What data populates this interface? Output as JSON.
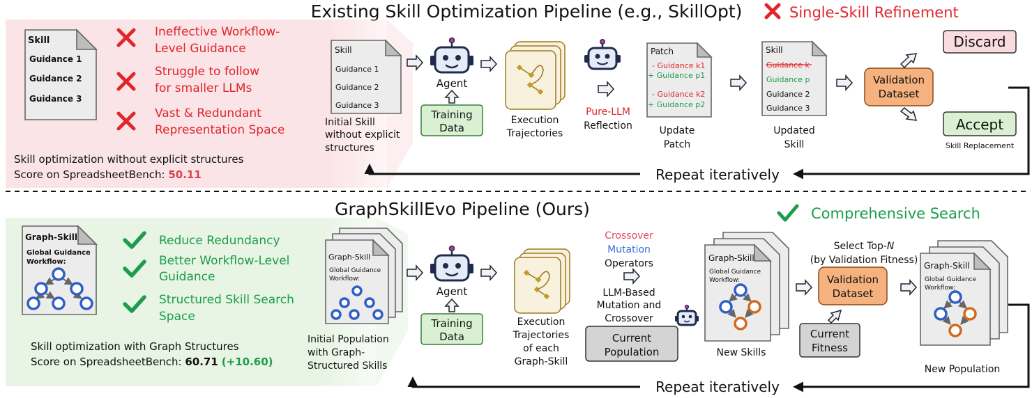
{
  "top": {
    "title": "Existing Skill Optimization Pipeline (e.g., SkillOpt)",
    "badge": "Single-Skill Refinement",
    "left_doc": {
      "title": "Skill",
      "lines": [
        "Guidance 1",
        "Guidance 2",
        "Guidance 3"
      ]
    },
    "cons": [
      [
        "Ineffective Workflow-",
        "Level Guidance"
      ],
      [
        "Struggle to follow",
        "for smaller LLMs"
      ],
      [
        "Vast & Redundant",
        "Representation Space"
      ]
    ],
    "summary": "Skill optimization without explicit structures",
    "score_label": "Score on SpreadsheetBench: ",
    "score": "50.11",
    "initial_doc": {
      "title": "Skill",
      "lines": [
        "Guidance 1",
        "Guidance 2",
        "Guidance 3"
      ]
    },
    "initial_caption": [
      "Initial Skill",
      "without explicit",
      "structures"
    ],
    "agent": "Agent",
    "training": [
      "Training",
      "Data"
    ],
    "traj_caption": [
      "Execution",
      "Trajectories"
    ],
    "reflection": [
      "Pure-LLM",
      "Reflection"
    ],
    "patch": {
      "title": "Patch",
      "lines": [
        {
          "text": "- Guidance k1",
          "color": "#e0262a"
        },
        {
          "text": "+ Guidance p1",
          "color": "#1b9d4b"
        },
        {
          "text": "- Guidance k2",
          "color": "#e0262a"
        },
        {
          "text": "+ Guidance p2",
          "color": "#1b9d4b"
        }
      ]
    },
    "patch_caption": [
      "Update",
      "Patch"
    ],
    "updated": {
      "title": "Skill",
      "lines": [
        {
          "text": "Guidance k",
          "color": "#e0262a",
          "strike": true
        },
        {
          "text": "Guidance p",
          "color": "#1b9d4b",
          "strike": false
        },
        {
          "text": "Guidance 2",
          "color": "#111111",
          "strike": false
        },
        {
          "text": "Guidance 3",
          "color": "#111111",
          "strike": false
        }
      ]
    },
    "updated_caption": [
      "Updated",
      "Skill"
    ],
    "validation": [
      "Validation",
      "Dataset"
    ],
    "discard": "Discard",
    "accept": "Accept",
    "replacement": "Skill Replacement",
    "repeat": "Repeat iteratively"
  },
  "bottom": {
    "title": "GraphSkillEvo Pipeline (Ours)",
    "badge": "Comprehensive Search",
    "left_doc": {
      "title": "Graph-Skill",
      "sub": [
        "Global Guidance",
        "Workflow:"
      ]
    },
    "pros": [
      [
        "Reduce Redundancy"
      ],
      [
        "Better Workflow-Level",
        "Guidance"
      ],
      [
        "Structured Skill Search",
        "Space"
      ]
    ],
    "summary": "Skill optimization with Graph Structures",
    "score_label": "Score on SpreadsheetBench: ",
    "score": "60.71",
    "gain": "(+10.60)",
    "pop_doc": {
      "title": "Graph-Skill",
      "sub": [
        "Global Guidance",
        "Workflow:"
      ]
    },
    "pop_caption": [
      "Initial Population",
      "with Graph-",
      "Structured Skills"
    ],
    "agent": "Agent",
    "training": [
      "Training",
      "Data"
    ],
    "traj_caption": [
      "Execution",
      "Trajectories",
      "of each",
      "Graph-Skill"
    ],
    "crossover": "Crossover",
    "mutation": "Mutation",
    "operators": "Operators",
    "llm_based": [
      "LLM-Based",
      "Mutation and",
      "Crossover"
    ],
    "current_population": [
      "Current",
      "Population"
    ],
    "new_doc": {
      "title": "Graph-Skill",
      "sub": [
        "Global Guidance",
        "Workflow:"
      ]
    },
    "new_caption": "New Skills",
    "select": [
      "Select Top-",
      "N",
      "(by Validation Fitness)"
    ],
    "validation": [
      "Validation",
      "Dataset"
    ],
    "fitness": [
      "Current",
      "Fitness"
    ],
    "final_doc": {
      "title": "Graph-Skill",
      "sub": [
        "Global Guidance",
        "Workflow:"
      ]
    },
    "final_caption": "New Population",
    "repeat": "Repeat iteratively"
  },
  "colors": {
    "red": "#e0262a",
    "green": "#1b9d4b",
    "crossover": "#e0485e",
    "mutation": "#3b6fcf",
    "node_blue": "#2d5fc6",
    "node_orange": "#d2691e",
    "orange_box": "#f5b27f",
    "green_box": "#d9f0d3",
    "pink_box": "#f9dbe0",
    "gray_box": "#d4d4d4",
    "panel_pink": "#fbe4e7",
    "panel_green": "#e8f4e4",
    "trajectory_fill": "#f8f1de",
    "trajectory_stroke": "#9b7a1e"
  },
  "icons": [
    "cross-icon",
    "check-icon",
    "robot-icon",
    "skill-document-icon",
    "graph-skill-document-icon",
    "trajectory-stack-icon",
    "hollow-arrow-icon",
    "loop-arrow"
  ]
}
